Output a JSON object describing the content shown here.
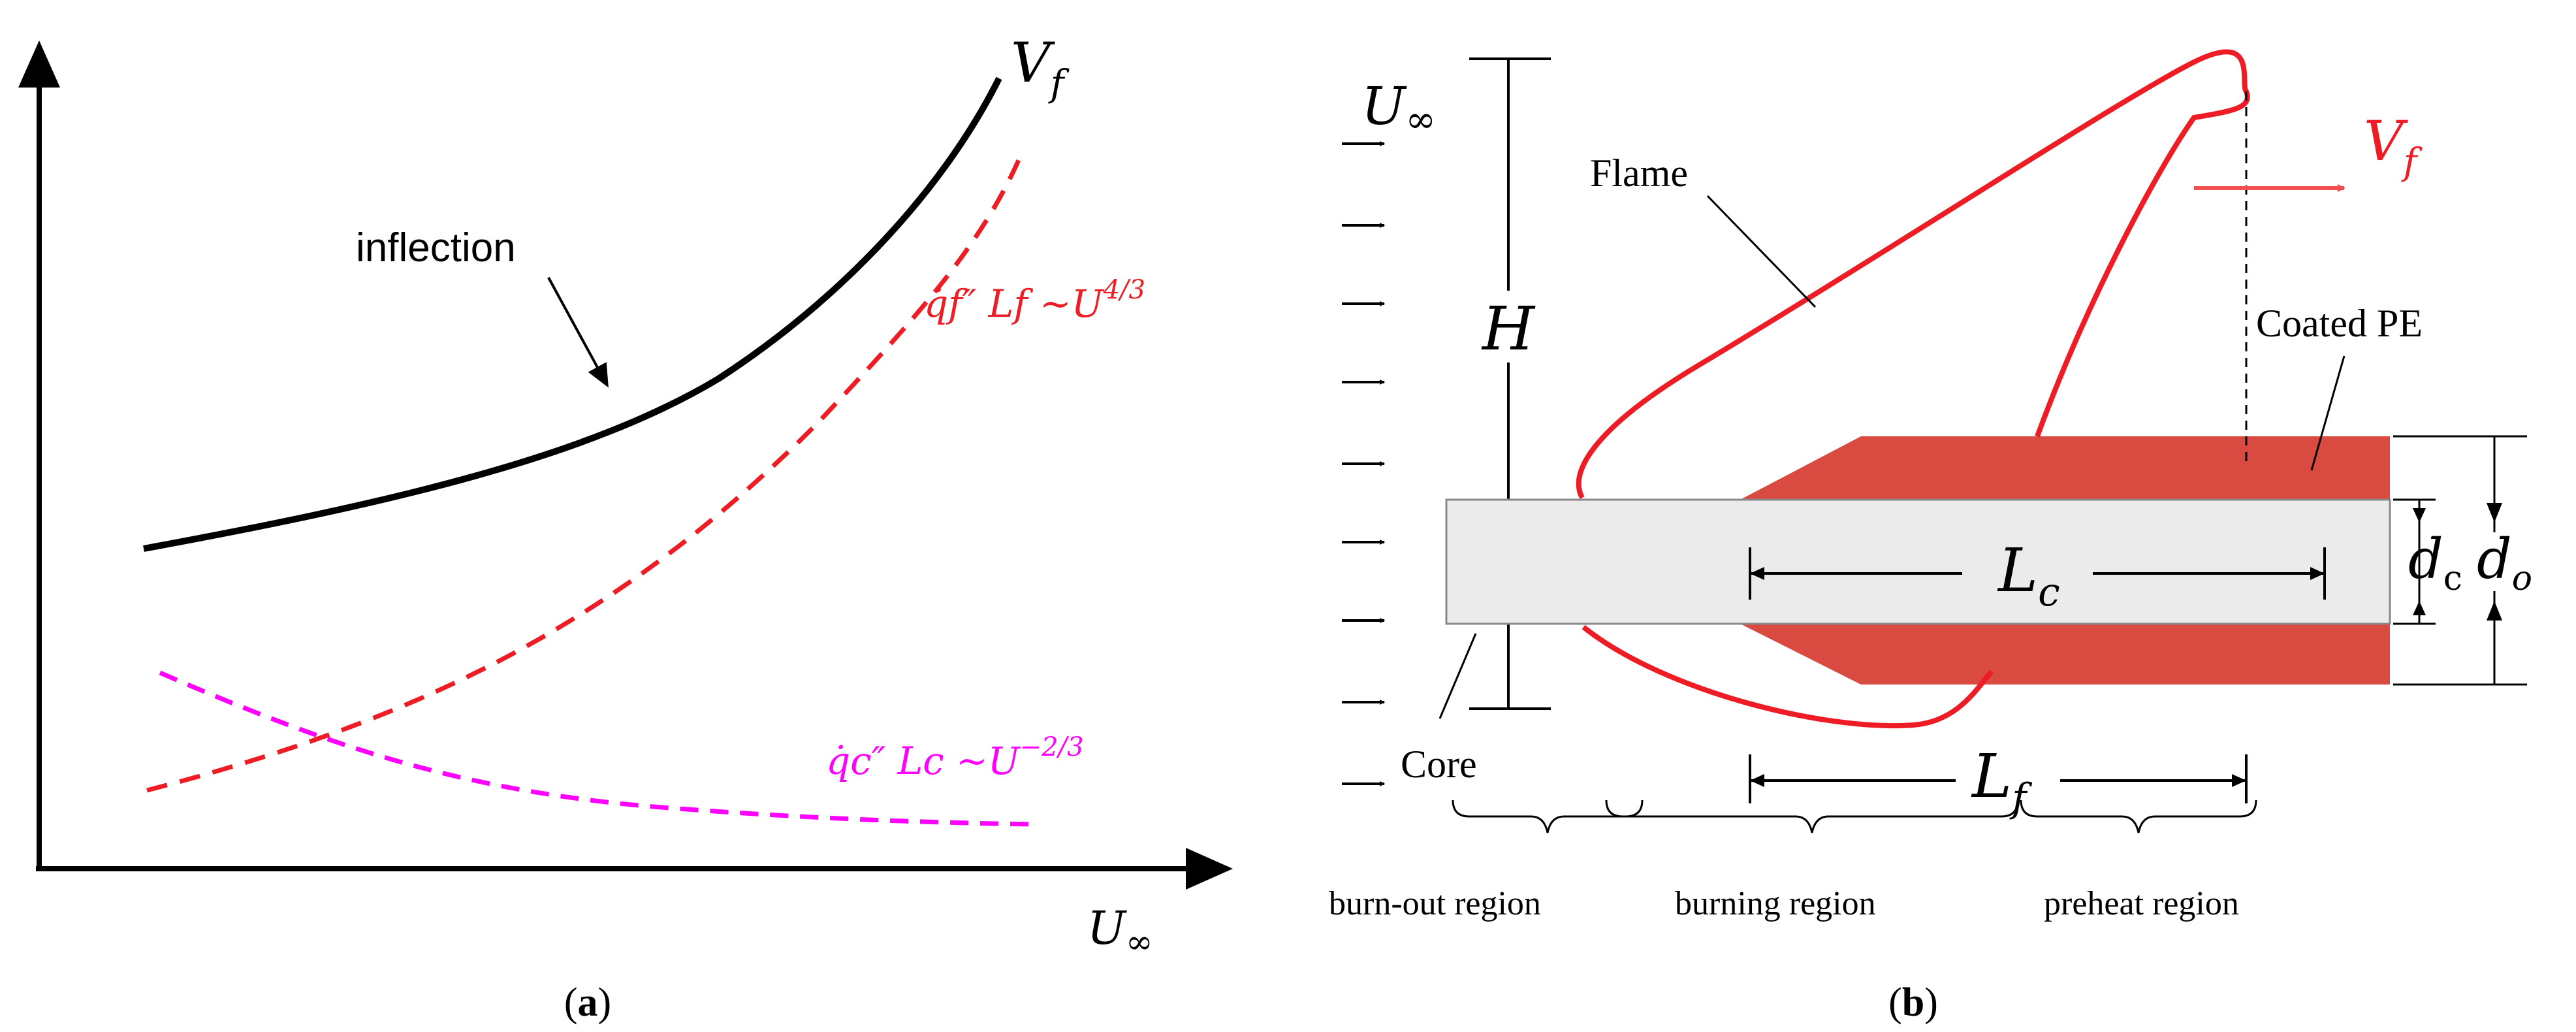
{
  "panel_a": {
    "caption": "(a)",
    "caption_letter": "a",
    "x_axis_label_symbol": "U",
    "x_axis_label_sub": "∞",
    "curve_vf_label_symbol": "V",
    "curve_vf_label_sub": "f",
    "inflection_label": "inflection",
    "eq_qf_label": "q̇f″ Lf ~U",
    "eq_qf_exponent": "4/3",
    "eq_qc_label": "q̇c″ Lc ~U",
    "eq_qc_exponent": "−2/3",
    "colors": {
      "vf": "#000000",
      "qf": "#ee1c24",
      "qc": "#ff00ff"
    }
  },
  "panel_b": {
    "caption": "(b)",
    "caption_letter": "b",
    "freestream_symbol": "U",
    "freestream_sub": "∞",
    "flame_label": "Flame",
    "vf_symbol": "V",
    "vf_sub": "f",
    "coated_label": "Coated PE",
    "h_label": "H",
    "lc_symbol": "L",
    "lc_sub": "c",
    "lf_symbol": "L",
    "lf_sub": "f",
    "dc_symbol": "d",
    "dc_sub": "c",
    "do_symbol": "d",
    "do_sub": "o",
    "core_label": "Core",
    "regions": [
      "burn-out region",
      "burning region",
      "preheat region"
    ],
    "colors": {
      "flame": "#ee1c24",
      "coating": "#d94a40",
      "core": "#ebebeb",
      "arrow_vf": "#f05050"
    }
  }
}
